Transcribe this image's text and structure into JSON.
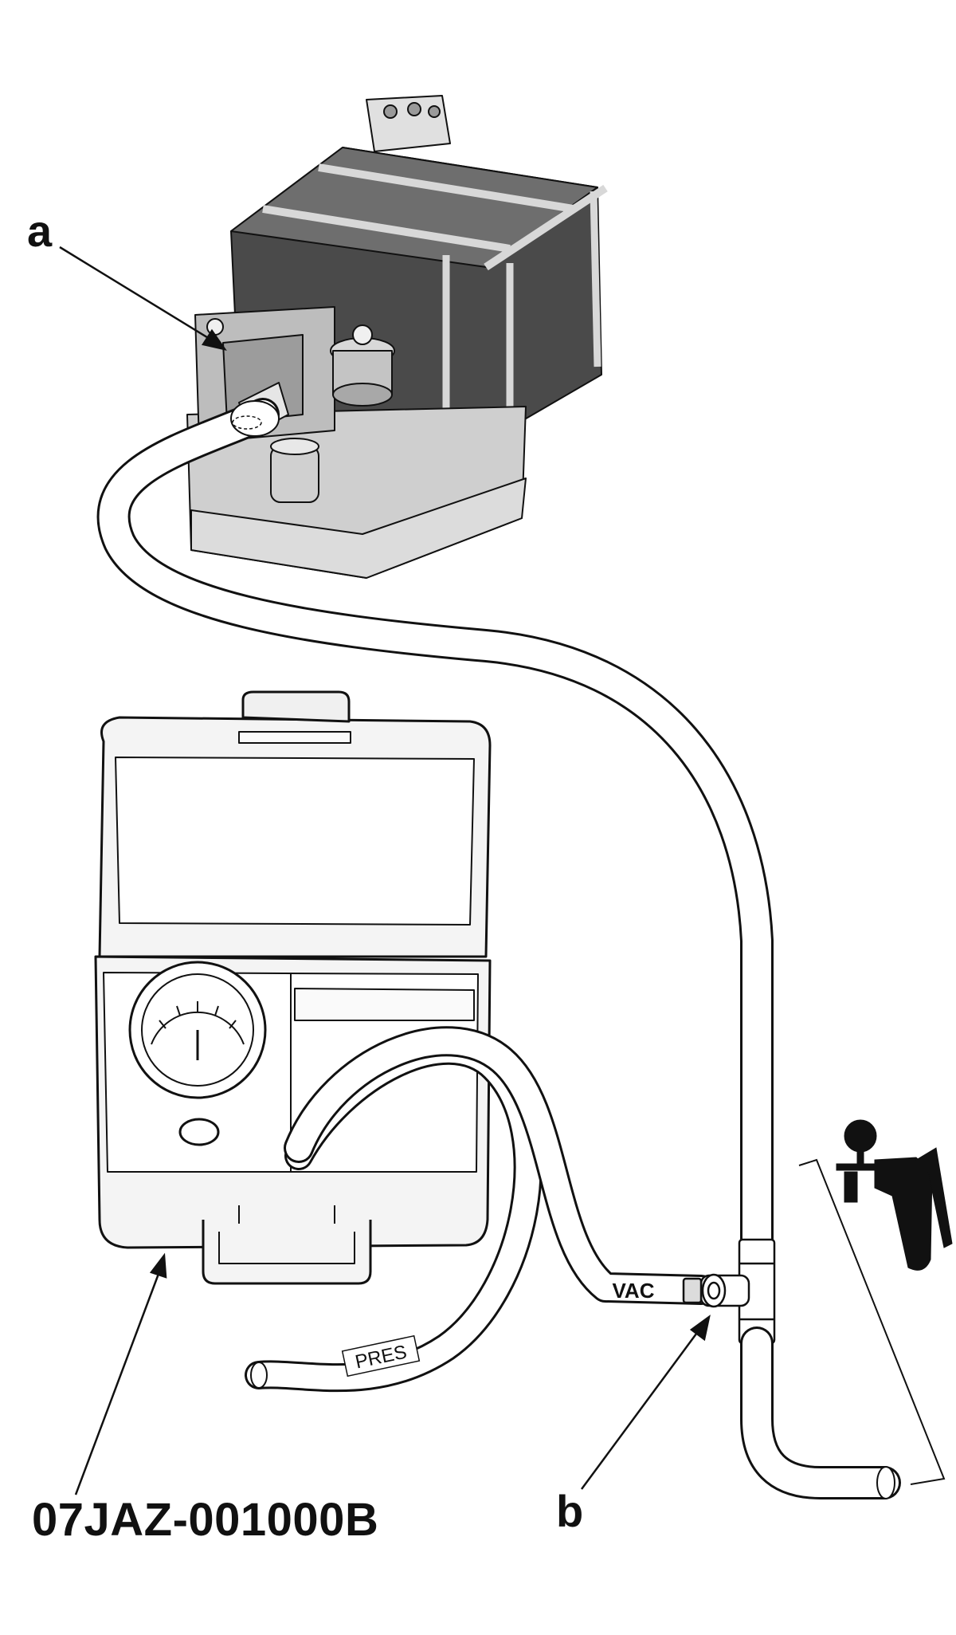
{
  "callouts": {
    "a": "a",
    "b": "b"
  },
  "part_number": "07JAZ-001000B",
  "tester": {
    "vac_port_label": "VAC",
    "pres_hose_label": "PRES"
  },
  "colors": {
    "line": "#111111",
    "canister_dark": "#4a4a4a",
    "canister_mid": "#7a7a7a",
    "canister_light": "#cfcfcf",
    "case_fill": "#f4f4f4",
    "hose_fill": "#ffffff"
  },
  "icons": {
    "gauge": "gauge-icon",
    "hand_pump": "vacuum-pump-icon"
  }
}
